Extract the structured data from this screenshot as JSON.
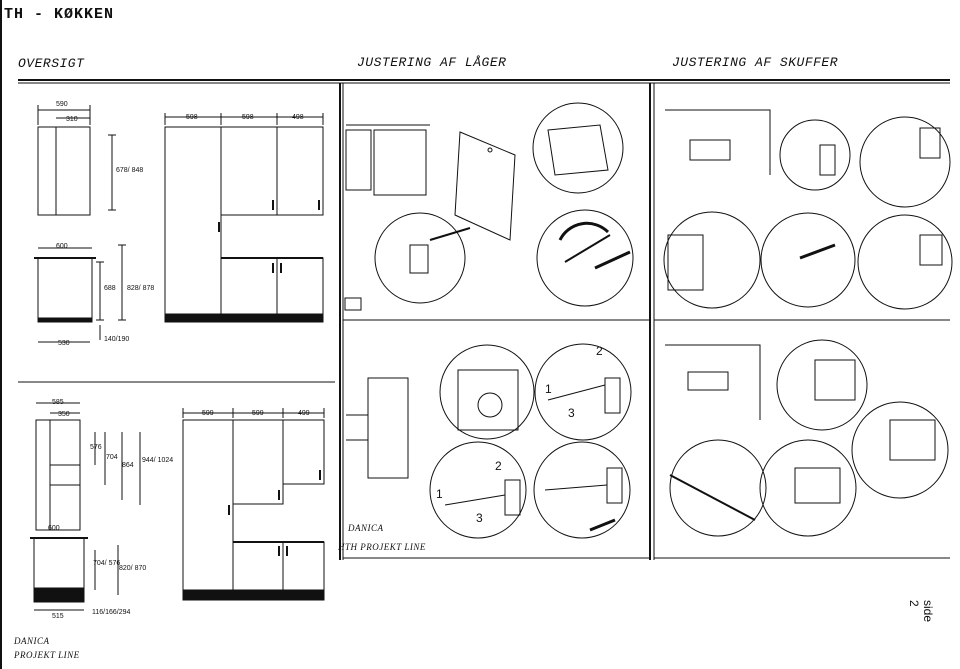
{
  "page": {
    "title": "TH - KØKKEN",
    "side_label": "side 2"
  },
  "headings": {
    "overview": "OVERSIGT",
    "doors": "JUSTERING AF LÅGER",
    "drawers": "JUSTERING AF SKUFFER"
  },
  "overview_top": {
    "wall_depth": "590",
    "wall_inner": "310",
    "wall_height": "678/\n848",
    "base_depth": "600",
    "base_inner": "688",
    "base_height": "828/\n878",
    "plinth": "140/190",
    "foot": "530",
    "widths": [
      "598",
      "598",
      "498"
    ]
  },
  "overview_bottom": {
    "wall_depth": "585",
    "wall_inner": "350",
    "h1": "576",
    "h2": "704",
    "h3": "864",
    "h4": "944/\n1024",
    "base_depth": "600",
    "base_inner": "704/\n576",
    "base_height": "820/\n870",
    "plinth": "116/166/294",
    "foot": "515",
    "widths": [
      "599",
      "599",
      "499"
    ]
  },
  "labels": {
    "step1": "1",
    "step2": "2",
    "step3": "3"
  },
  "brand": {
    "danica_mid": "DANICA",
    "line_mid": "HTH PROJEKT LINE",
    "danica_left": "DANICA",
    "line_left": "PROJEKT LINE"
  }
}
